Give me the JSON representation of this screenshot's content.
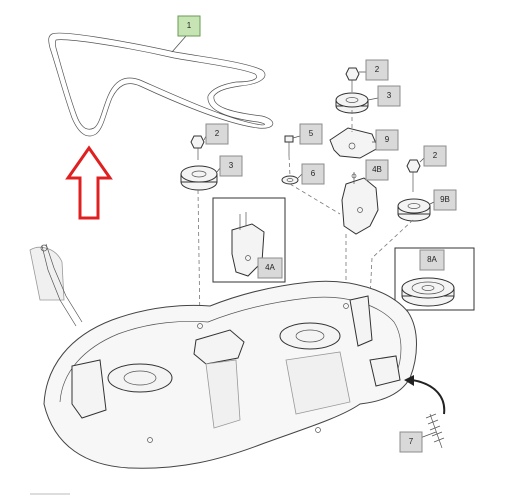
{
  "callouts": {
    "belt": "1",
    "nut_top": "2",
    "idler_top": "3",
    "bolt": "5",
    "bracket_arm": "9",
    "nut_left": "2",
    "idler_left": "3",
    "washer": "6",
    "bracket_4b": "4B",
    "nut_right": "2",
    "idler_9b": "9B",
    "inset_4a": "4A",
    "inset_8a": "8A",
    "spring": "7"
  },
  "colors": {
    "arrow": "#e02020",
    "belt_callout": "#c6e4b4",
    "callout": "#d9d9d9"
  },
  "icons": {
    "direction_arrow": "up-arrow-outline"
  }
}
